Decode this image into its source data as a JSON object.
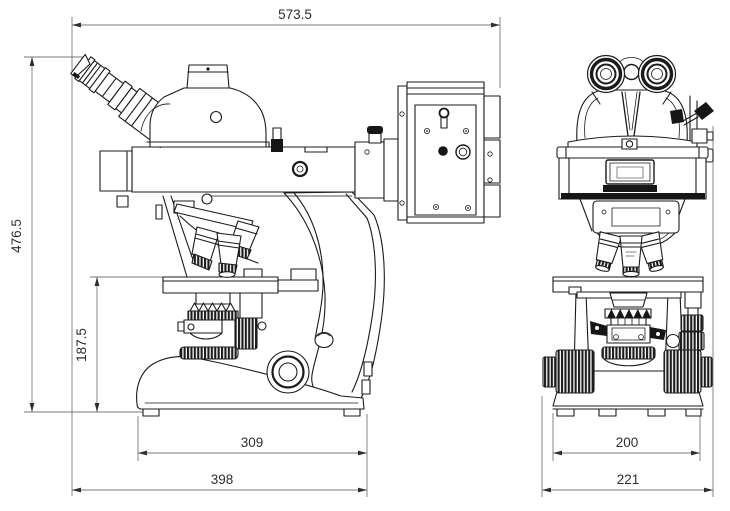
{
  "drawing": {
    "subject": "fluorescence microscope outline drawing, side and front elevation views with dimensions",
    "units": "mm",
    "ink_color": "#1b1b1b",
    "dimension_line_color": "#7a7a7a",
    "background": "#ffffff",
    "dimensions": {
      "overall_length": "573.5",
      "overall_height": "476.5",
      "stage_height": "187.5",
      "base_length": "309",
      "overall_depth": "398",
      "front_base_width": "200",
      "front_overall_width": "221"
    }
  }
}
